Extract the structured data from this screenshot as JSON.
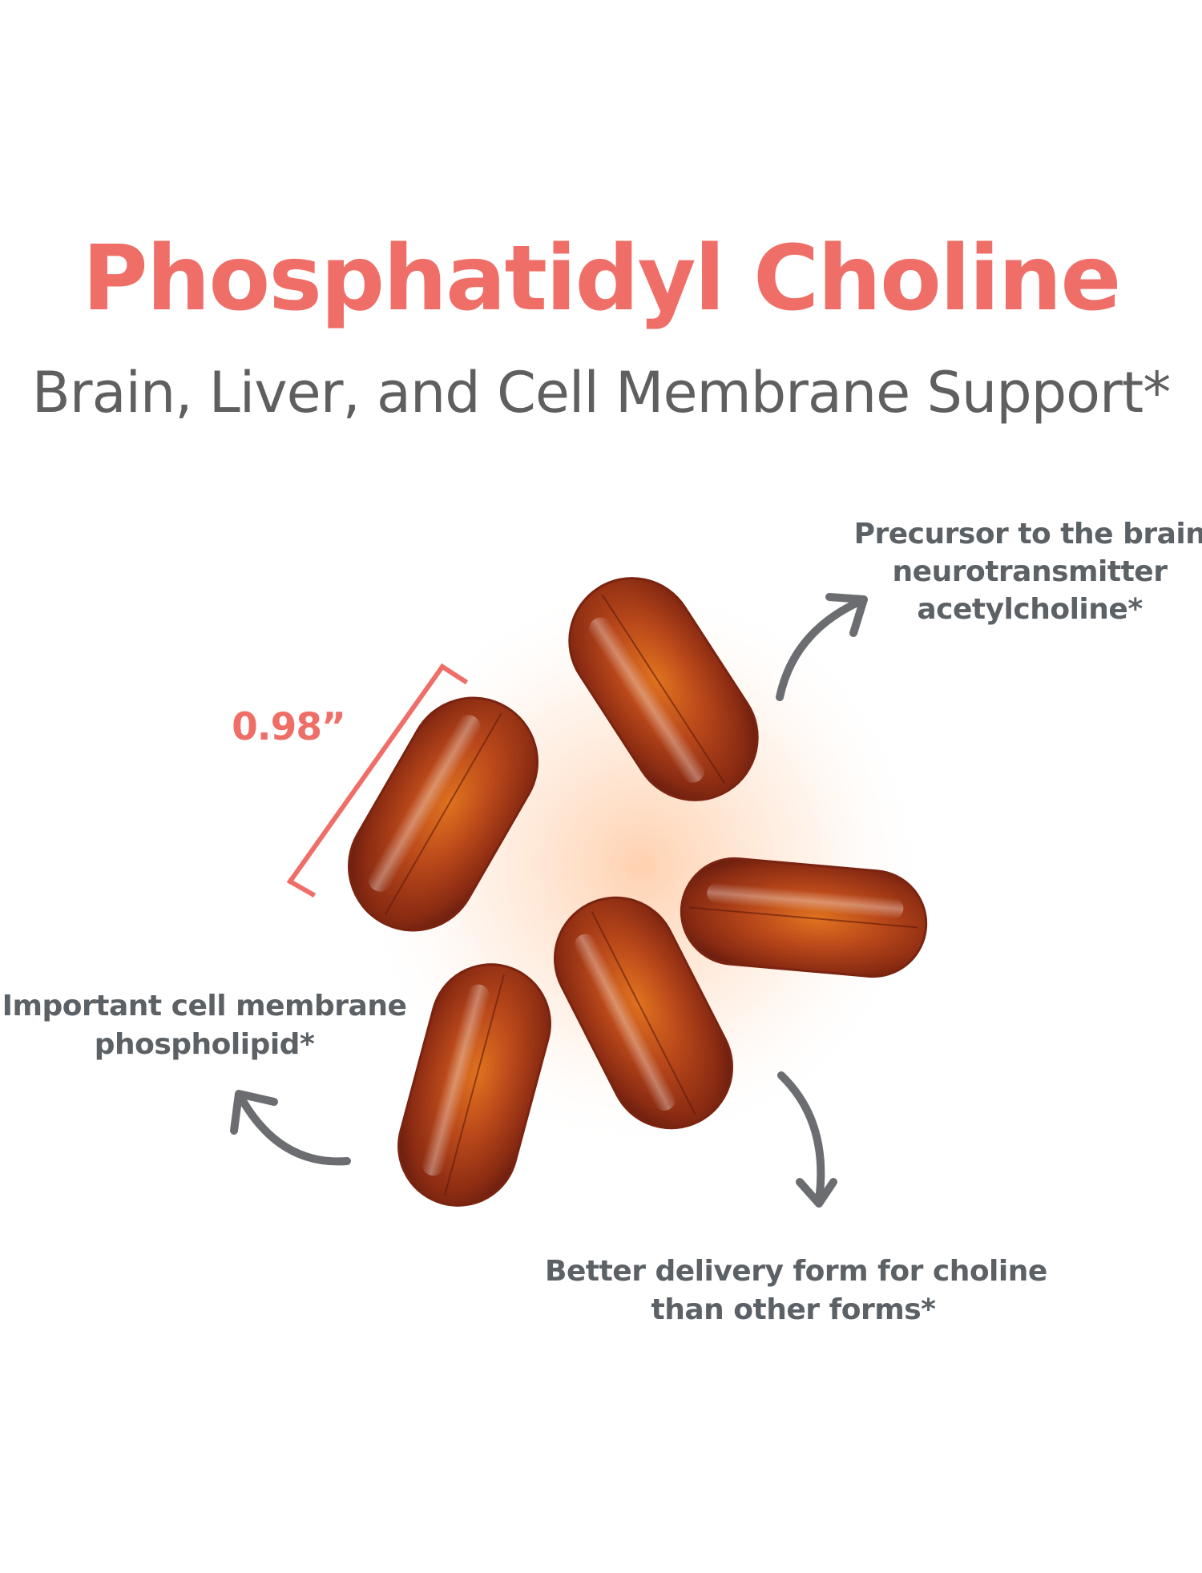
{
  "title": "Phosphatidyl Choline",
  "subtitle": "Brain, Liver, and Cell Membrane Support*",
  "measurement": {
    "label": "0.98”"
  },
  "callouts": {
    "top_right": [
      "Precursor to the brain",
      "neurotransmitter",
      "acetylcholine*"
    ],
    "left": [
      "Important cell membrane",
      "phospholipid*"
    ],
    "bottom": [
      "Better delivery form for choline",
      "than other forms*"
    ]
  },
  "colors": {
    "accent": "#ef6f68",
    "text_gray": "#5c6166",
    "subtitle_gray": "#5f5f5f",
    "capsule": "#a8381a",
    "background": "#ffffff"
  },
  "icons": {
    "arrow": "curved-arrow-icon",
    "bracket": "size-bracket-icon",
    "capsule": "softgel-capsule"
  }
}
